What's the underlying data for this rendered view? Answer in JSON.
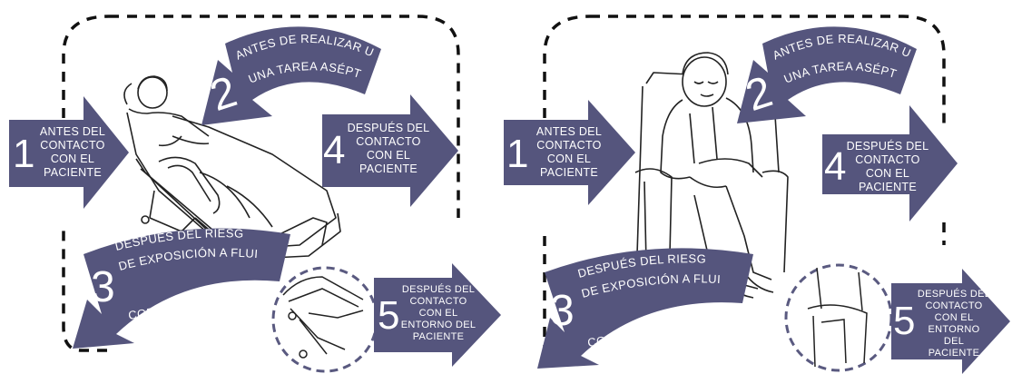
{
  "colors": {
    "arrow": "#55557d",
    "text": "#ffffff",
    "line": "#111111",
    "circle_border": "#5a5a80"
  },
  "panels": [
    {
      "name": "bed-patient",
      "moments": [
        {
          "num": "1",
          "text": "ANTES DEL\nCONTACTO\nCON EL\nPACIENTE"
        },
        {
          "num": "2",
          "line1": "ANTES DE REALIZAR UNA",
          "line2": "UNA TAREA ASÉPTICA"
        },
        {
          "num": "3",
          "line1": "DESPUÉS DEL RIESGO",
          "line2": "DE EXPOSICIÓN A FLUIDOS",
          "line3": "CORPORALES"
        },
        {
          "num": "4",
          "text": "DESPUÉS DEL\nCONTACTO\nCON EL\nPACIENTE"
        },
        {
          "num": "5",
          "text": "DESPUÉS DEL\nCONTACTO\nCON EL\nENTORNO DEL\nPACIENTE"
        }
      ]
    },
    {
      "name": "chair-patient",
      "moments": [
        {
          "num": "1",
          "text": "ANTES DEL\nCONTACTO\nCON EL\nPACIENTE"
        },
        {
          "num": "2",
          "line1": "ANTES DE REALIZAR UNA",
          "line2": "UNA TAREA ASÉPTICA"
        },
        {
          "num": "3",
          "line1": "DESPUÉS DEL RIESGO",
          "line2": "DE EXPOSICIÓN A FLUIDOS",
          "line3": "CORPORALES"
        },
        {
          "num": "4",
          "text": "DESPUÉS DEL\nCONTACTO\nCON EL\nPACIENTE"
        },
        {
          "num": "5",
          "text": "DESPUÉS DEL\nCONTACTO\nCON EL\nENTORNO DEL\nPACIENTE"
        }
      ]
    }
  ]
}
